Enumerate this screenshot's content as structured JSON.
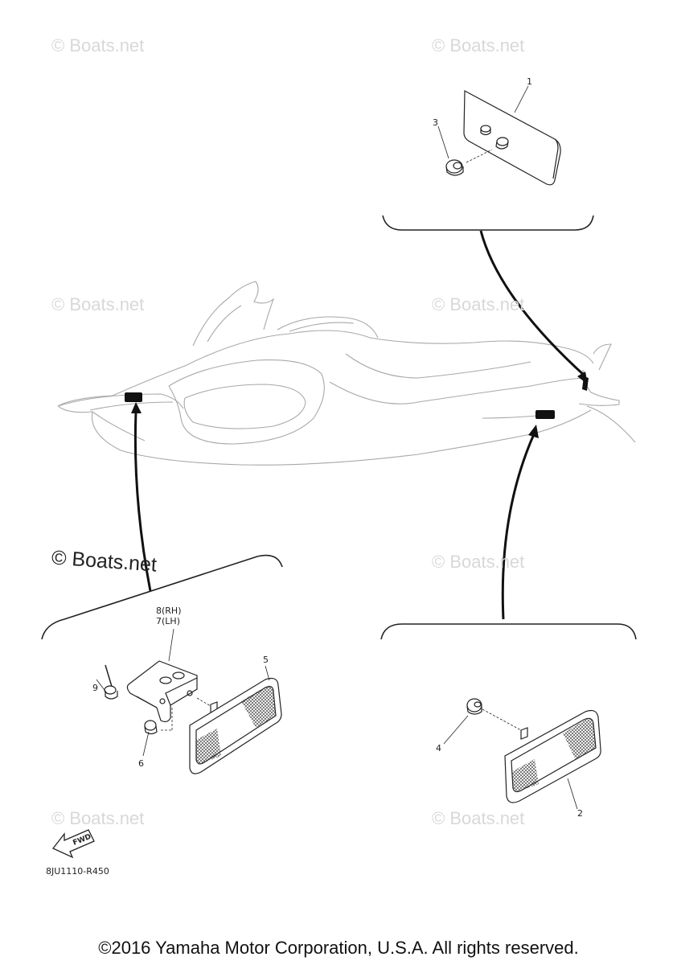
{
  "watermarks": [
    "© Boats.net",
    "© Boats.net",
    "© Boats.net",
    "© Boats.net",
    "© Boats.net",
    "© Boats.net",
    "© Boats.net",
    "© Boats.net"
  ],
  "callouts": {
    "c1": "1",
    "c2": "2",
    "c3": "3",
    "c4": "4",
    "c5": "5",
    "c6": "6",
    "c7": "7(LH)",
    "c8": "8(RH)",
    "c9": "9"
  },
  "fwd_label": "FWD",
  "diagram_code": "8JU1110-R450",
  "copyright": "©2016 Yamaha Motor Corporation, U.S.A. All rights reserved."
}
